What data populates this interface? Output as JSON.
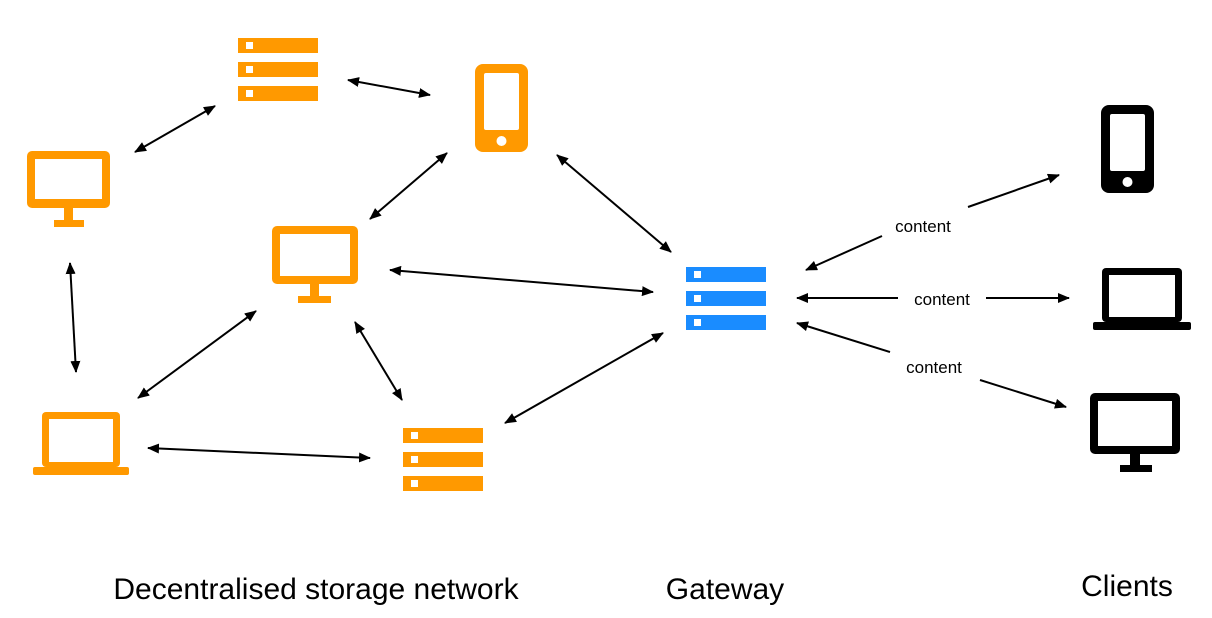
{
  "colors": {
    "network_node": "#FF9900",
    "gateway_node": "#1A8CFF",
    "client_node": "#000000",
    "edge": "#000000",
    "background": "#FFFFFF"
  },
  "icons": {
    "server": "server-rack-icon",
    "phone": "smartphone-icon",
    "monitor": "desktop-monitor-icon",
    "laptop": "laptop-icon"
  },
  "labels": {
    "network": "Decentralised storage network",
    "gateway": "Gateway",
    "clients": "Clients"
  },
  "edge_labels": {
    "content_1": "content",
    "content_2": "content",
    "content_3": "content"
  }
}
